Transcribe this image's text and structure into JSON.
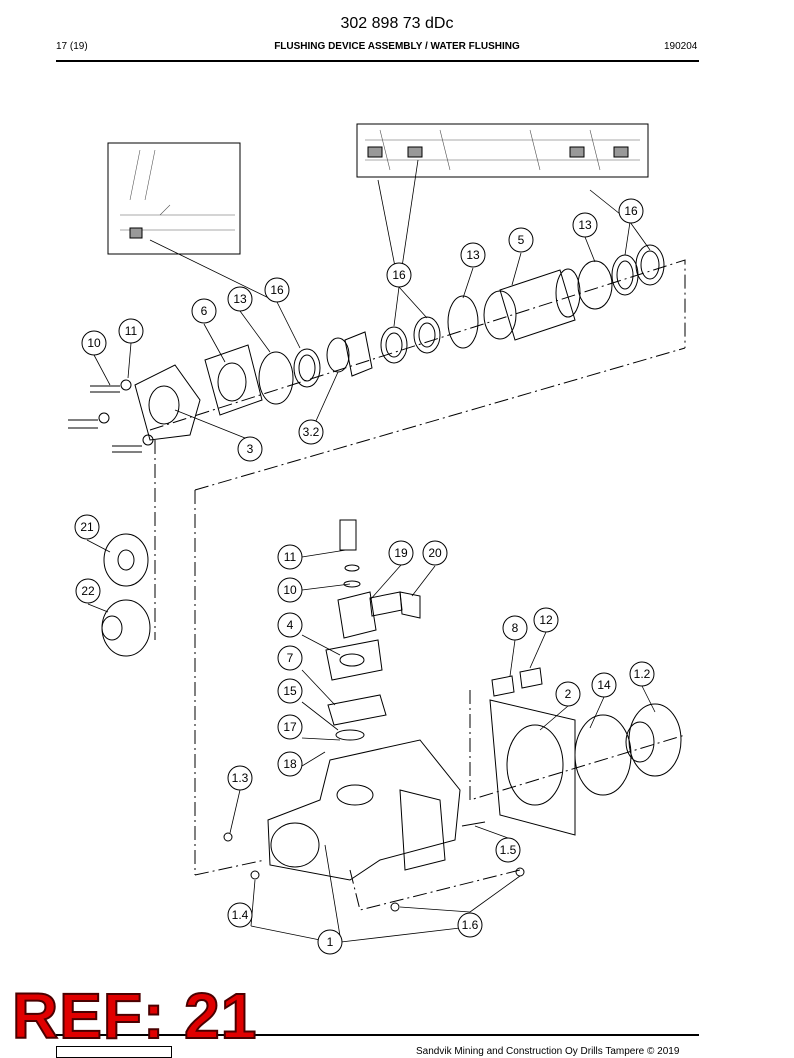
{
  "header": {
    "doc_number": "302 898 73 dDc",
    "page": "17 (19)",
    "title": "FLUSHING DEVICE ASSEMBLY / WATER FLUSHING",
    "date_code": "190204"
  },
  "footer": {
    "copyright": "Sandvik Mining and Construction Oy Drills Tampere © 2019"
  },
  "stamp": {
    "text": "REF: 21",
    "color": "#e00000"
  },
  "callouts": [
    "16",
    "13",
    "5",
    "13",
    "16",
    "16",
    "13",
    "6",
    "11",
    "10",
    "3",
    "3.2",
    "21",
    "22",
    "11",
    "19",
    "20",
    "10",
    "4",
    "7",
    "15",
    "17",
    "18",
    "8",
    "12",
    "1.2",
    "14",
    "2",
    "1.3",
    "1.5",
    "1.4",
    "1.6",
    "1"
  ]
}
